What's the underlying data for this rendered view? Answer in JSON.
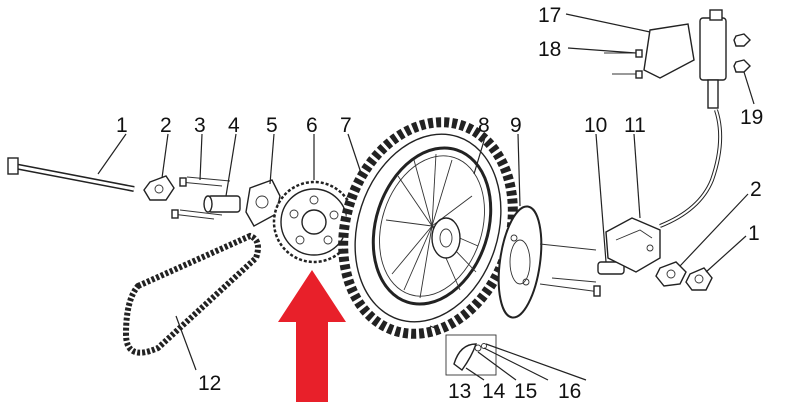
{
  "diagram": {
    "parts": [
      {
        "id": "1",
        "label": "1"
      },
      {
        "id": "2",
        "label": "2"
      },
      {
        "id": "3",
        "label": "3"
      },
      {
        "id": "4",
        "label": "4"
      },
      {
        "id": "5",
        "label": "5"
      },
      {
        "id": "6",
        "label": "6"
      },
      {
        "id": "7",
        "label": "7"
      },
      {
        "id": "8",
        "label": "8"
      },
      {
        "id": "9",
        "label": "9"
      },
      {
        "id": "10",
        "label": "10"
      },
      {
        "id": "11",
        "label": "11"
      },
      {
        "id": "12",
        "label": "12"
      },
      {
        "id": "13",
        "label": "13"
      },
      {
        "id": "14",
        "label": "14"
      },
      {
        "id": "15",
        "label": "15"
      },
      {
        "id": "16",
        "label": "16"
      },
      {
        "id": "17",
        "label": "17"
      },
      {
        "id": "18",
        "label": "18"
      },
      {
        "id": "19",
        "label": "19"
      },
      {
        "id": "1b",
        "label": "1"
      },
      {
        "id": "2b",
        "label": "2"
      }
    ],
    "arrow_color": "#e8202a"
  }
}
